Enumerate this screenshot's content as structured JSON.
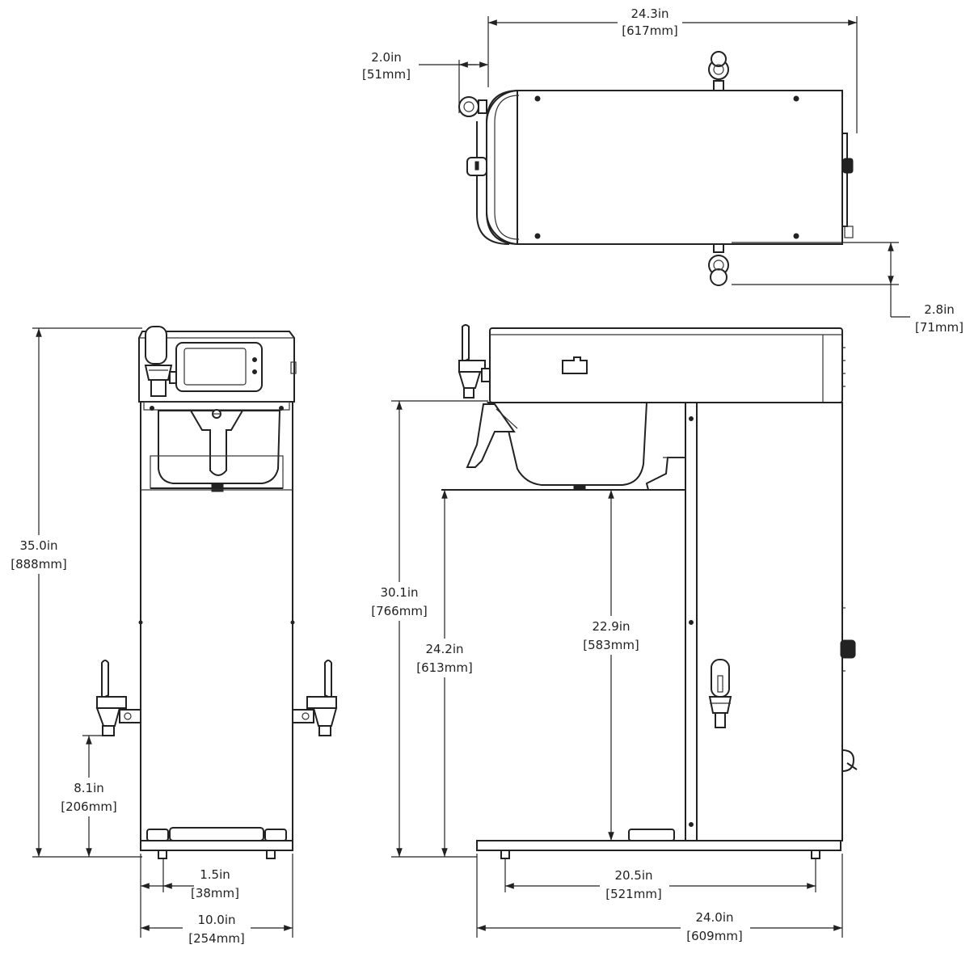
{
  "dimensions": {
    "top_width": {
      "imperial": "24.3in",
      "metric": "[617mm]"
    },
    "top_offset": {
      "imperial": "2.0in",
      "metric": "[51mm]"
    },
    "top_rear": {
      "imperial": "2.8in",
      "metric": "[71mm]"
    },
    "front_height": {
      "imperial": "35.0in",
      "metric": "[888mm]"
    },
    "front_faucet_height": {
      "imperial": "8.1in",
      "metric": "[206mm]"
    },
    "front_foot_offset": {
      "imperial": "1.5in",
      "metric": "[38mm]"
    },
    "front_width": {
      "imperial": "10.0in",
      "metric": "[254mm]"
    },
    "side_height_sprayhead": {
      "imperial": "30.1in",
      "metric": "[766mm]"
    },
    "side_height_clearance": {
      "imperial": "24.2in",
      "metric": "[613mm]"
    },
    "side_height_under_funnel": {
      "imperial": "22.9in",
      "metric": "[583mm]"
    },
    "side_feet_spacing": {
      "imperial": "20.5in",
      "metric": "[521mm]"
    },
    "side_depth": {
      "imperial": "24.0in",
      "metric": "[609mm]"
    }
  }
}
